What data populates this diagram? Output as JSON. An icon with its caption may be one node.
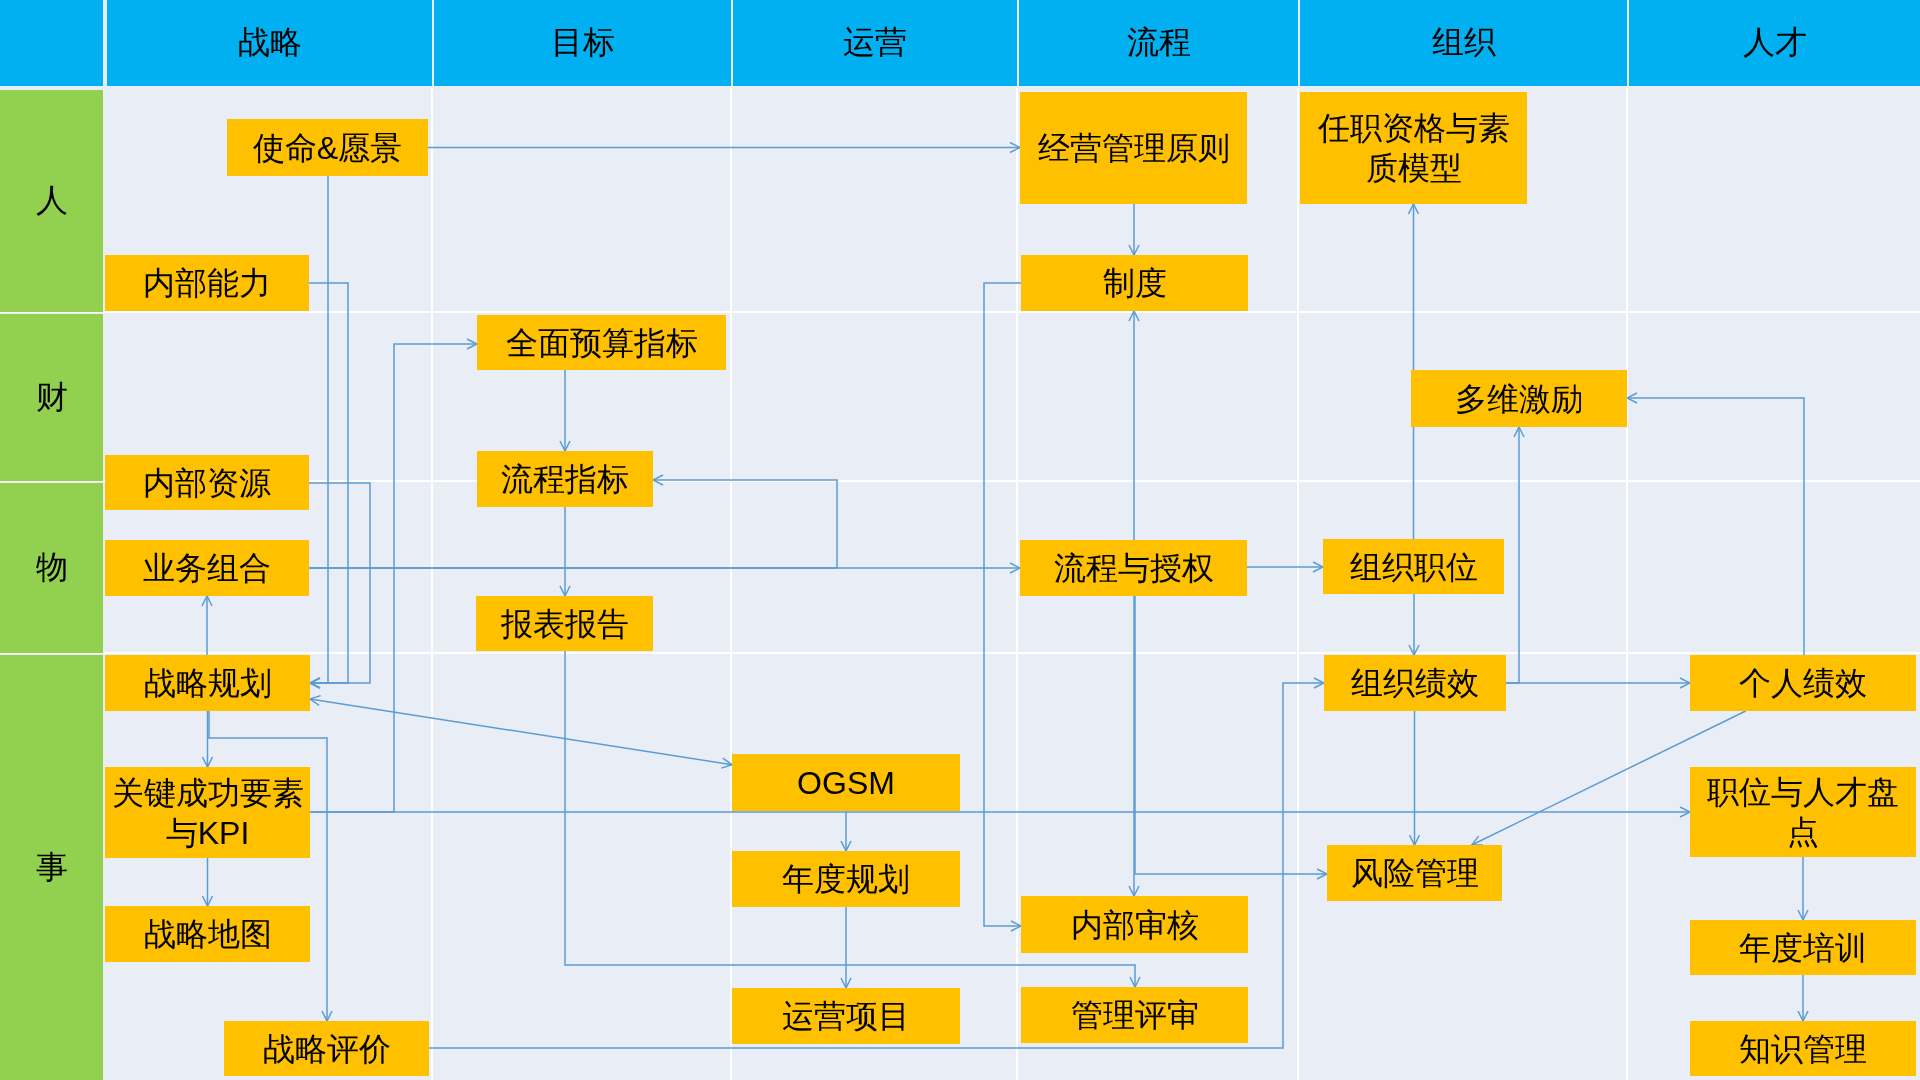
{
  "diagram": {
    "nodes": [
      {
        "text": [
          "使命&愿景"
        ]
      },
      {
        "text": [
          "内部能力"
        ]
      },
      {
        "text": [
          "全面预算指标"
        ]
      },
      {
        "text": [
          "流程指标"
        ]
      },
      {
        "text": [
          "内部资源"
        ]
      },
      {
        "text": [
          "业务组合"
        ]
      },
      {
        "text": [
          "报表报告"
        ]
      },
      {
        "text": [
          "战略规划"
        ]
      },
      {
        "text": [
          "关键成功要素与KPI"
        ]
      },
      {
        "text": [
          "战略地图"
        ]
      },
      {
        "text": [
          "战略评价"
        ]
      },
      {
        "text": [
          "OGSM"
        ]
      },
      {
        "text": [
          "年度规划"
        ]
      },
      {
        "text": [
          "运营项目"
        ]
      },
      {
        "text": [
          "经营管理原则"
        ]
      },
      {
        "text": [
          "制度"
        ]
      },
      {
        "text": [
          "任职资格与素质模型"
        ]
      },
      {
        "text": [
          "多维激励"
        ]
      },
      {
        "text": [
          "流程与授权"
        ]
      },
      {
        "text": [
          "组织职位"
        ]
      },
      {
        "text": [
          "组织绩效"
        ]
      },
      {
        "text": [
          "个人绩效"
        ]
      },
      {
        "text": [
          "职位与人才盘点"
        ]
      },
      {
        "text": [
          "风险管理"
        ]
      },
      {
        "text": [
          "内部审核"
        ]
      },
      {
        "text": [
          "管理评审"
        ]
      },
      {
        "text": [
          "年度培训"
        ]
      },
      {
        "text": [
          "知识管理"
        ]
      }
    ],
    "edges": [
      {
        "from": 0,
        "to": 14,
        "arrow": "to"
      },
      {
        "from": 0,
        "to": 7,
        "arrow": "to"
      },
      {
        "from": 1,
        "to": 7,
        "arrow": "to"
      },
      {
        "from": 4,
        "to": 7,
        "arrow": "to"
      },
      {
        "from": 7,
        "to": 5,
        "arrow": "to"
      },
      {
        "from": 8,
        "to": 2,
        "arrow": "to"
      },
      {
        "from": 8,
        "to": 22,
        "arrow": "to"
      },
      {
        "from": 2,
        "to": 3,
        "arrow": "to"
      },
      {
        "from": 3,
        "to": 6,
        "arrow": "to"
      },
      {
        "from": 5,
        "to": 18,
        "arrow": "to"
      },
      {
        "from": 5,
        "to": 3,
        "arrow": "to"
      },
      {
        "from": 7,
        "to": 11,
        "arrow": "both"
      },
      {
        "from": 7,
        "to": 8,
        "arrow": "to"
      },
      {
        "from": 7,
        "to": 10,
        "arrow": "to"
      },
      {
        "from": 8,
        "to": 9,
        "arrow": "to"
      },
      {
        "from": 11,
        "to": 12,
        "arrow": "to"
      },
      {
        "from": 12,
        "to": 13,
        "arrow": "to"
      },
      {
        "from": 6,
        "to": 25,
        "arrow": "to"
      },
      {
        "from": 10,
        "to": 20,
        "arrow": "to"
      },
      {
        "from": 14,
        "to": 15,
        "arrow": "to"
      },
      {
        "from": 18,
        "to": 15,
        "arrow": "to"
      },
      {
        "from": 15,
        "to": 24,
        "arrow": "to"
      },
      {
        "from": 18,
        "to": 24,
        "arrow": "to"
      },
      {
        "from": 18,
        "to": 23,
        "arrow": "to"
      },
      {
        "from": 18,
        "to": 19,
        "arrow": "to"
      },
      {
        "from": 19,
        "to": 16,
        "arrow": "to"
      },
      {
        "from": 19,
        "to": 20,
        "arrow": "to"
      },
      {
        "from": 20,
        "to": 17,
        "arrow": "to"
      },
      {
        "from": 20,
        "to": 21,
        "arrow": "to"
      },
      {
        "from": 21,
        "to": 17,
        "arrow": "to"
      },
      {
        "from": 20,
        "to": 23,
        "arrow": "to"
      },
      {
        "from": 21,
        "to": 23,
        "arrow": "to"
      },
      {
        "from": 22,
        "to": 26,
        "arrow": "to"
      },
      {
        "from": 26,
        "to": 27,
        "arrow": "to"
      }
    ],
    "labels": [
      "战略",
      "目标",
      "运营",
      "流程",
      "组织",
      "人才",
      "人",
      "财",
      "物",
      "事"
    ]
  }
}
